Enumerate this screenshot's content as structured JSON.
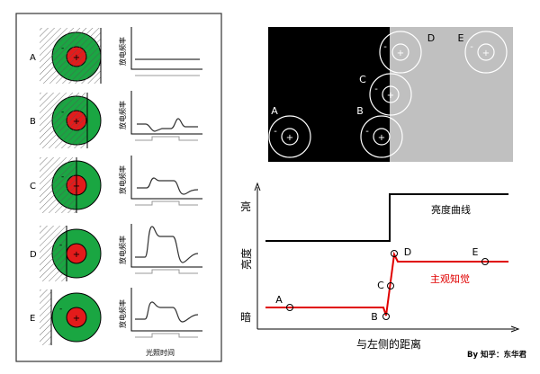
{
  "left_panel": {
    "rows": [
      {
        "label": "A",
        "ylabel": "放电频率"
      },
      {
        "label": "B",
        "ylabel": "放电频率"
      },
      {
        "label": "C",
        "ylabel": "放电频率"
      },
      {
        "label": "D",
        "ylabel": "放电频率"
      },
      {
        "label": "E",
        "ylabel": "放电频率"
      }
    ],
    "xlabel": "光照时间",
    "minus": "-",
    "plus": "+"
  },
  "field_panel": {
    "labels": [
      "A",
      "B",
      "C",
      "D",
      "E"
    ],
    "minus": "-",
    "plus": "+"
  },
  "brightness_chart": {
    "y_high": "亮",
    "y_label": "亮度",
    "y_low": "暗",
    "x_label": "与左侧的距离",
    "luminance_label": "亮度曲线",
    "perception_label": "主观知觉",
    "points": [
      "A",
      "B",
      "C",
      "D",
      "E"
    ],
    "colors": {
      "luminance": "#000000",
      "perception": "#e00000"
    }
  },
  "credit": "By 知乎：东华君",
  "colors": {
    "surround": "#1aa642",
    "center": "#e31b1b",
    "dark": "#000000",
    "light": "#c0c0c0"
  }
}
